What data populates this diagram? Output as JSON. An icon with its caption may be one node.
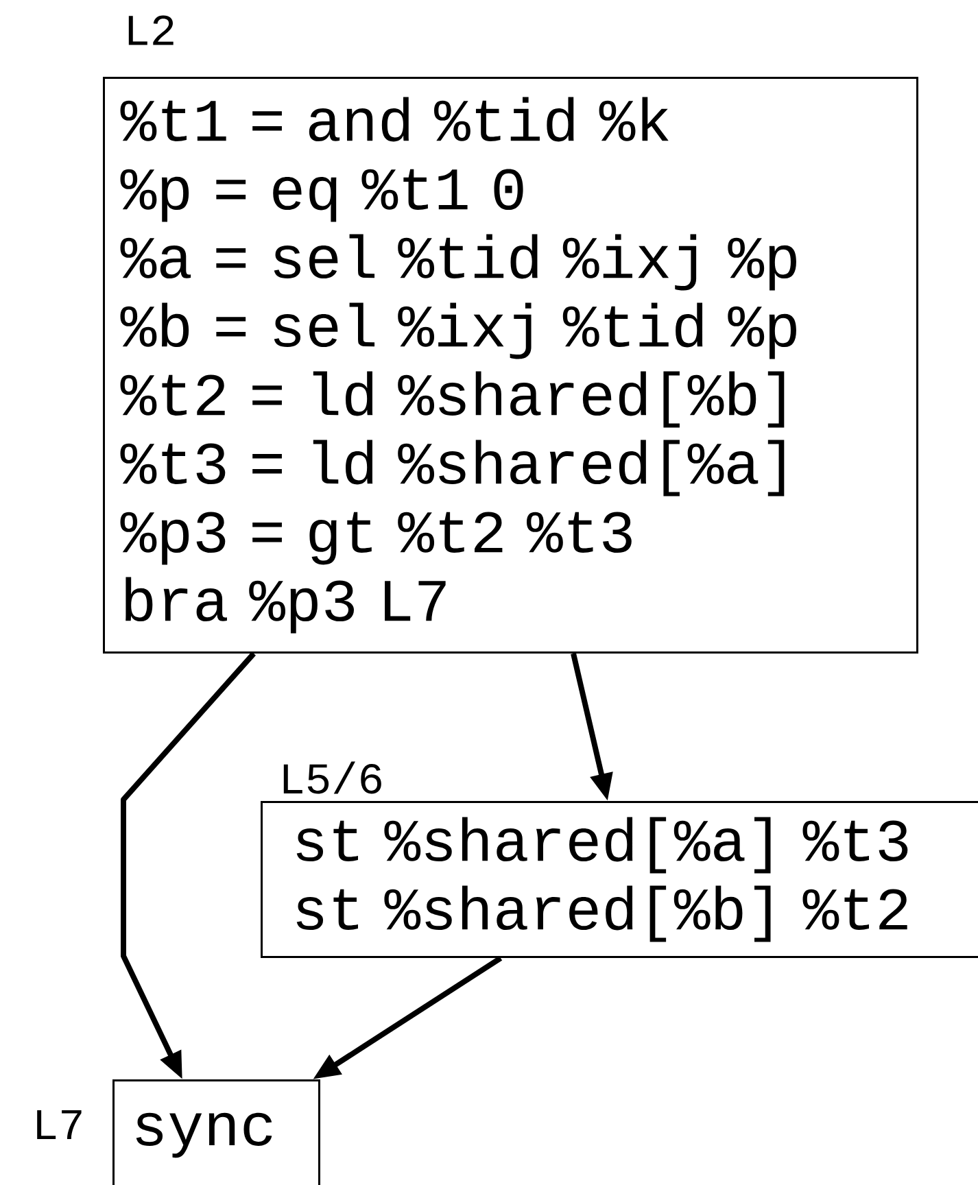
{
  "diagram": {
    "nodes": [
      {
        "text": [
          "L2",
          "%t1 = and %tid %k",
          "%p = eq %t1 0",
          "%a = sel %tid %ixj %p",
          "%b = sel %ixj %tid %p",
          "%t2 = ld %shared[%b]",
          "%t3 = ld %shared[%a]",
          "%p3 = gt %t2 %t3",
          "bra %p3 L7"
        ]
      },
      {
        "text": [
          "L5/6",
          "st %shared[%a] %t3",
          "st %shared[%b] %t2"
        ]
      },
      {
        "text": [
          "L7",
          "sync"
        ]
      }
    ],
    "edges": [
      {
        "from": 0,
        "to": 2,
        "arrow": "to"
      },
      {
        "from": 0,
        "to": 1,
        "arrow": "to"
      },
      {
        "from": 1,
        "to": 2,
        "arrow": "to"
      }
    ]
  }
}
